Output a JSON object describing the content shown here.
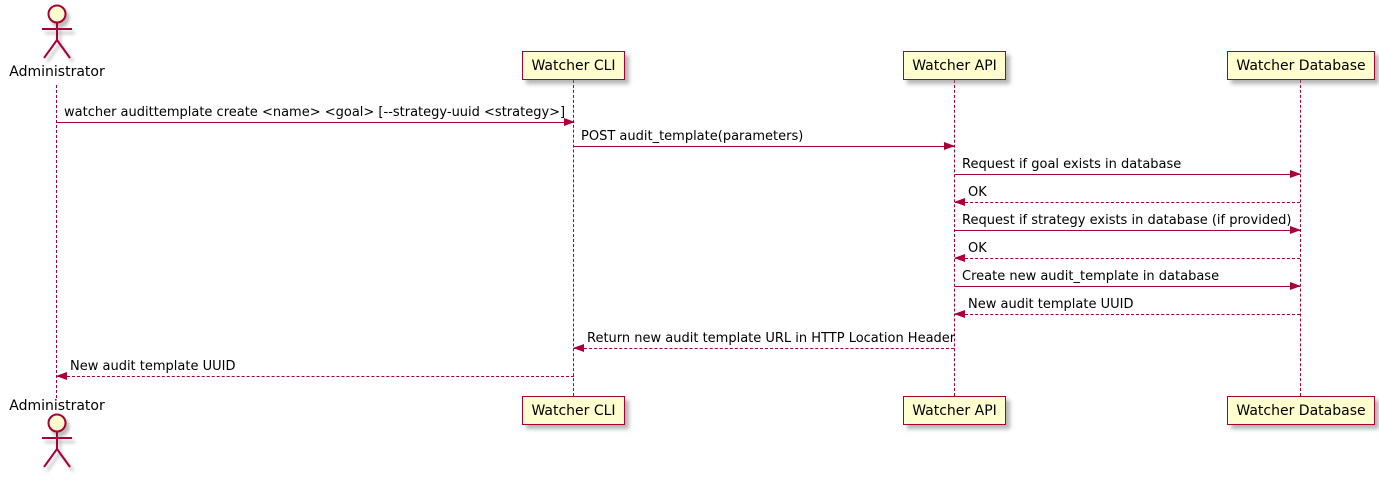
{
  "diagram_type": "sequence-diagram",
  "actor": {
    "name": "Administrator"
  },
  "participants": [
    {
      "id": "watcher-cli",
      "label": "Watcher CLI"
    },
    {
      "id": "watcher-api",
      "label": "Watcher API"
    },
    {
      "id": "watcher-database",
      "label": "Watcher Database"
    }
  ],
  "messages": [
    {
      "from": "Administrator",
      "to": "Watcher CLI",
      "style": "solid",
      "text": "watcher audittemplate create <name> <goal> [--strategy-uuid <strategy>]"
    },
    {
      "from": "Watcher CLI",
      "to": "Watcher API",
      "style": "solid",
      "text": "POST audit_template(parameters)"
    },
    {
      "from": "Watcher API",
      "to": "Watcher Database",
      "style": "solid",
      "text": "Request if goal exists in database"
    },
    {
      "from": "Watcher Database",
      "to": "Watcher API",
      "style": "dashed",
      "text": "OK"
    },
    {
      "from": "Watcher API",
      "to": "Watcher Database",
      "style": "solid",
      "text": "Request if strategy exists in database (if provided)"
    },
    {
      "from": "Watcher Database",
      "to": "Watcher API",
      "style": "dashed",
      "text": "OK"
    },
    {
      "from": "Watcher API",
      "to": "Watcher Database",
      "style": "solid",
      "text": "Create new audit_template in database"
    },
    {
      "from": "Watcher Database",
      "to": "Watcher API",
      "style": "dashed",
      "text": "New audit template UUID"
    },
    {
      "from": "Watcher API",
      "to": "Watcher CLI",
      "style": "dashed",
      "text": "Return new audit template URL in HTTP Location Header"
    },
    {
      "from": "Watcher CLI",
      "to": "Administrator",
      "style": "dashed",
      "text": "New audit template UUID"
    }
  ],
  "colors": {
    "accent": "#A80036",
    "participant_fill": "#FEFECE",
    "text": "#000000",
    "background": "#FFFFFF"
  }
}
